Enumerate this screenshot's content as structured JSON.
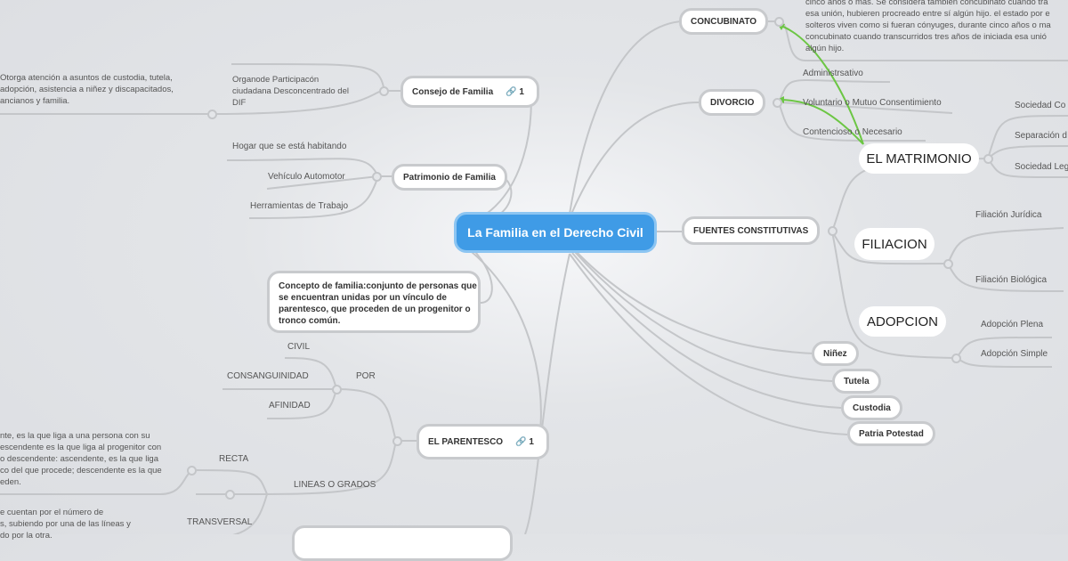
{
  "root": "La Familia en el Derecho Civil",
  "right": {
    "concubinato": {
      "label": "CONCUBINATO",
      "note": [
        "cinco años o más. Se considera también concubinato cuando tra",
        "esa unión, hubieren procreado entre sí algún hijo. el estado por e",
        "solteros viven como si fueran cónyuges, durante cinco años o ma",
        "concubinato cuando transcurridos tres años de iniciada esa unió",
        "algún hijo."
      ]
    },
    "divorcio": {
      "label": "DIVORCIO",
      "items": [
        "Administrsativo",
        "Voluntario o Mutuo Consentimiento",
        "Contencioso o Necesario"
      ]
    },
    "fuentes": {
      "label": "FUENTES CONSTITUTIVAS",
      "matrimonio": {
        "label": "EL MATRIMONIO",
        "items": [
          "Sociedad Co",
          "Separación d",
          "Sociedad Leg"
        ]
      },
      "filiacion": {
        "label": "FILIACION",
        "items": [
          "Filiación Jurídica",
          "Filiación Biológica"
        ]
      },
      "adopcion": {
        "label": "ADOPCION",
        "items": [
          "Adopción Plena",
          "Adopción Simple"
        ]
      }
    },
    "ninez": "Niñez",
    "tutela": "Tutela",
    "custodia": "Custodia",
    "patria": "Patria Potestad"
  },
  "left": {
    "consejo": {
      "label": "Consejo de Familia",
      "links": "1",
      "organo": [
        "Organode Participacón",
        "ciudadana Desconcentrado del",
        "DIF"
      ],
      "note": [
        "Otorga atención a asuntos de custodia, tutela,",
        "adopción, asistencia a niñez y discapacitados,",
        "ancianos y familia."
      ]
    },
    "patrimonio": {
      "label": "Patrimonio de Familia",
      "items": [
        "Hogar que se está habitando",
        "Vehículo Automotor",
        "Herramientas de Trabajo"
      ]
    },
    "concepto": [
      "Concepto de familia:conjunto de personas que",
      "se encuentran unidas por un vínculo de",
      "parentesco, que proceden de un progenitor o",
      "tronco común."
    ],
    "parentesco": {
      "label": "EL PARENTESCO",
      "links": "1",
      "por": "POR",
      "por_items": [
        "CIVIL",
        "CONSANGUINIDAD",
        "AFINIDAD"
      ],
      "lineas": "LINEAS O GRADOS",
      "recta": "RECTA",
      "transversal": "TRANSVERSAL",
      "recta_note": [
        "nte, es la que liga a una persona con su",
        "escendente es la que liga al progenitor con",
        "o descendente: ascendente, es la que liga",
        "co del que procede; descendente es la que",
        "eden."
      ],
      "trans_note": [
        "e cuentan por el número de",
        "s, subiendo por una de las líneas y",
        "do por la otra."
      ]
    }
  },
  "colors": {
    "root": "#3f9be6",
    "arrow": "#6cc644"
  }
}
